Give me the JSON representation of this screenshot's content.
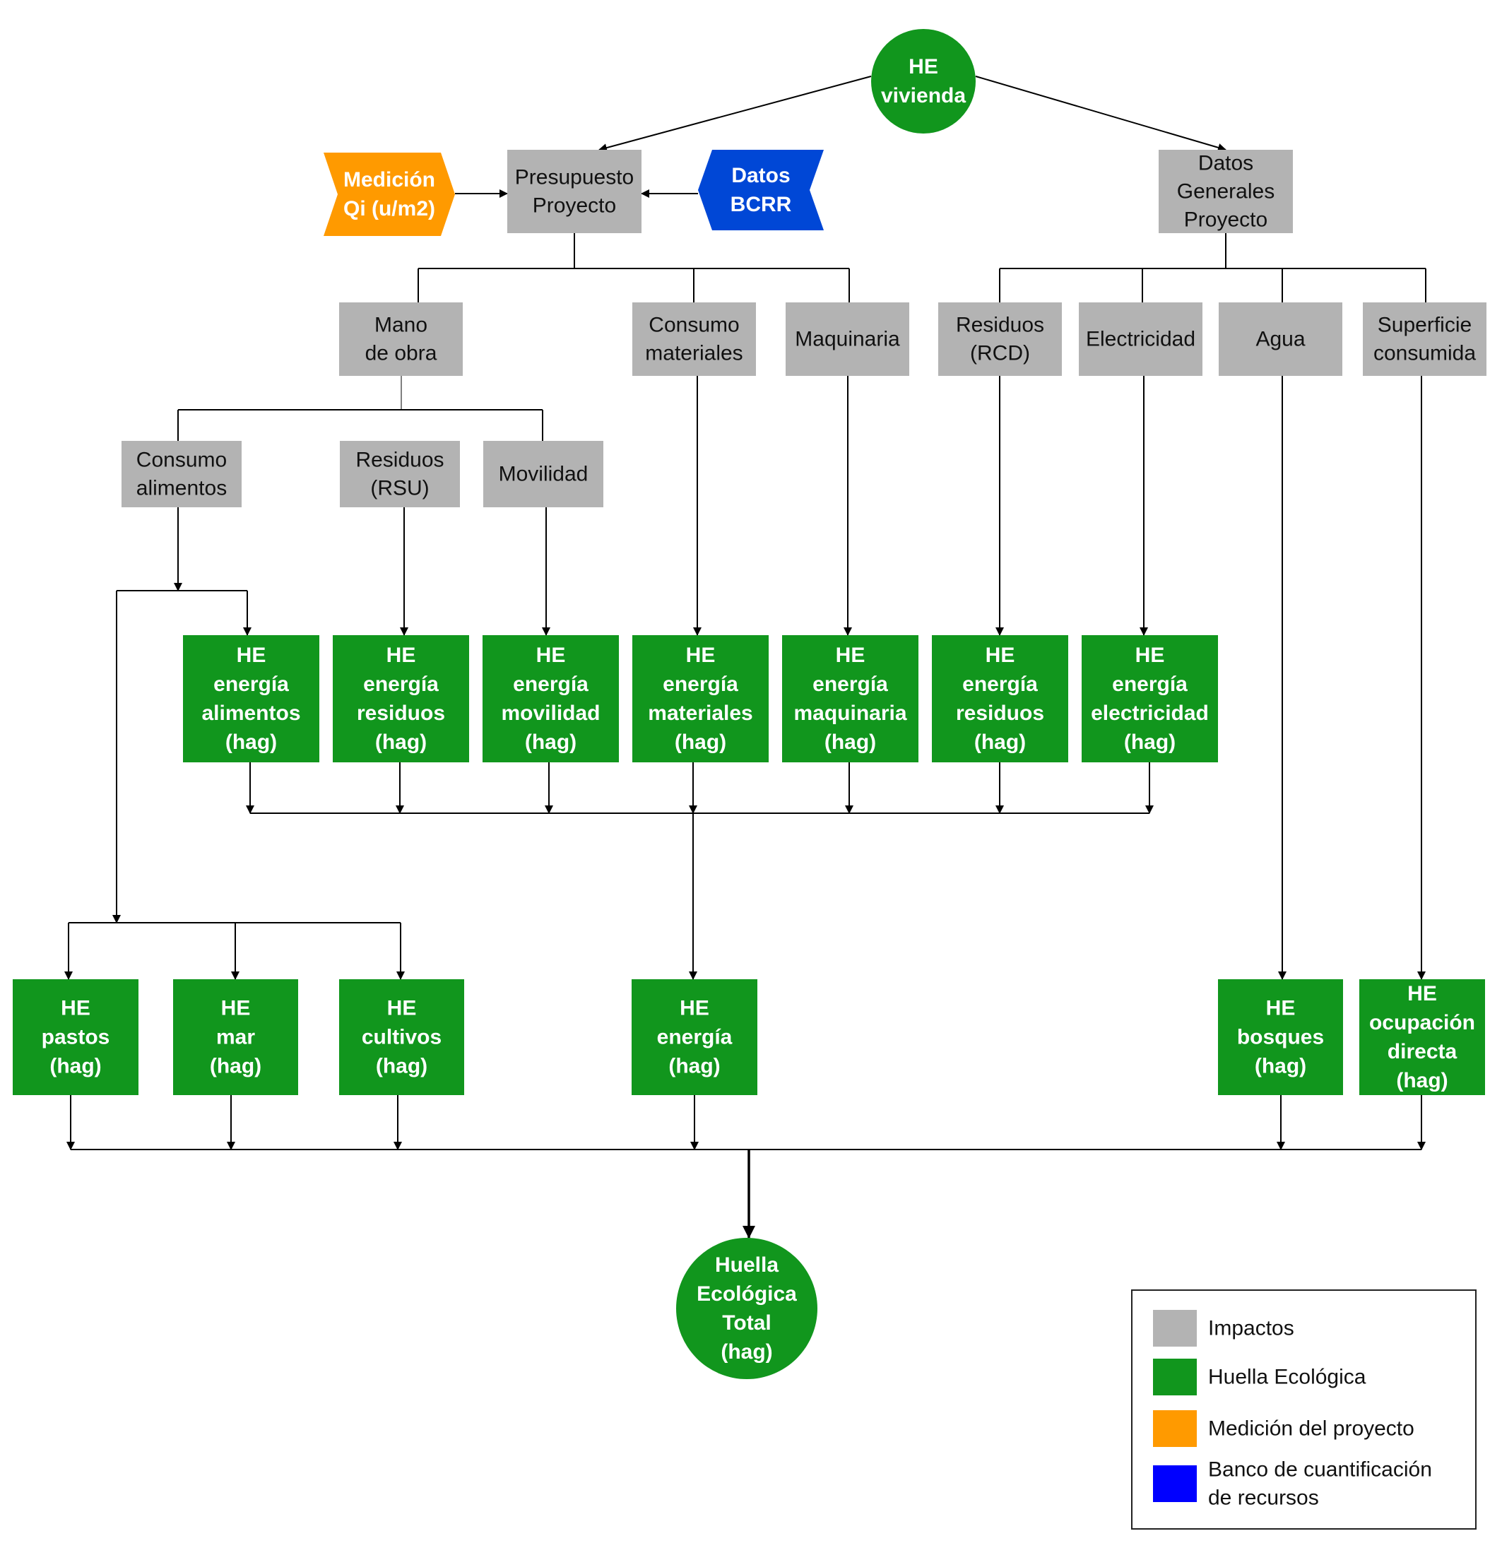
{
  "colors": {
    "impact": "#b3b3b3",
    "footprint": "#11961d",
    "measurement": "#ff9a00",
    "bank": "#0047d6",
    "legend_bank": "#0000ff",
    "line": "#000000",
    "text_dark": "#111111",
    "text_light": "#ffffff"
  },
  "nodes": {
    "he_vivienda": [
      "HE",
      "vivienda"
    ],
    "medicion": [
      "Medición",
      "Qi (u/m2)"
    ],
    "presupuesto": [
      "Presupuesto",
      "Proyecto"
    ],
    "datos_bcrr": [
      "Datos",
      "BCRR"
    ],
    "datos_generales": [
      "Datos",
      "Generales",
      "Proyecto"
    ],
    "mano_obra": [
      "Mano",
      "de obra"
    ],
    "consumo_materiales": [
      "Consumo",
      "materiales"
    ],
    "maquinaria": [
      "Maquinaria"
    ],
    "residuos_rcd": [
      "Residuos",
      "(RCD)"
    ],
    "electricidad": [
      "Electricidad"
    ],
    "agua": [
      "Agua"
    ],
    "superficie": [
      "Superficie",
      "consumida"
    ],
    "consumo_alimentos": [
      "Consumo",
      "alimentos"
    ],
    "residuos_rsu": [
      "Residuos",
      "(RSU)"
    ],
    "movilidad": [
      "Movilidad"
    ],
    "he_energia_alimentos": [
      "HE",
      "energía",
      "alimentos",
      "(hag)"
    ],
    "he_energia_residuos_rsu": [
      "HE",
      "energía",
      "residuos",
      "(hag)"
    ],
    "he_energia_movilidad": [
      "HE",
      "energía",
      "movilidad",
      "(hag)"
    ],
    "he_energia_materiales": [
      "HE",
      "energía",
      "materiales",
      "(hag)"
    ],
    "he_energia_maquinaria": [
      "HE",
      "energía",
      "maquinaria",
      "(hag)"
    ],
    "he_energia_residuos_rcd": [
      "HE",
      "energía",
      "residuos",
      "(hag)"
    ],
    "he_energia_electricidad": [
      "HE",
      "energía",
      "electricidad",
      "(hag)"
    ],
    "he_pastos": [
      "HE",
      "pastos",
      "(hag)"
    ],
    "he_mar": [
      "HE",
      "mar",
      "(hag)"
    ],
    "he_cultivos": [
      "HE",
      "cultivos",
      "(hag)"
    ],
    "he_energia": [
      "HE",
      "energía",
      "(hag)"
    ],
    "he_bosques": [
      "HE",
      "bosques",
      "(hag)"
    ],
    "he_ocupacion": [
      "HE",
      "ocupación",
      "directa",
      "(hag)"
    ],
    "huella_total": [
      "Huella",
      "Ecológica",
      "Total",
      "(hag)"
    ]
  },
  "legend": {
    "items": [
      {
        "kind": "impact",
        "lines": [
          "Impactos"
        ]
      },
      {
        "kind": "footprint",
        "lines": [
          "Huella Ecológica"
        ]
      },
      {
        "kind": "measurement",
        "lines": [
          "Medición del proyecto"
        ]
      },
      {
        "kind": "bank",
        "lines": [
          "Banco de cuantificación",
          "de recursos"
        ]
      }
    ]
  }
}
